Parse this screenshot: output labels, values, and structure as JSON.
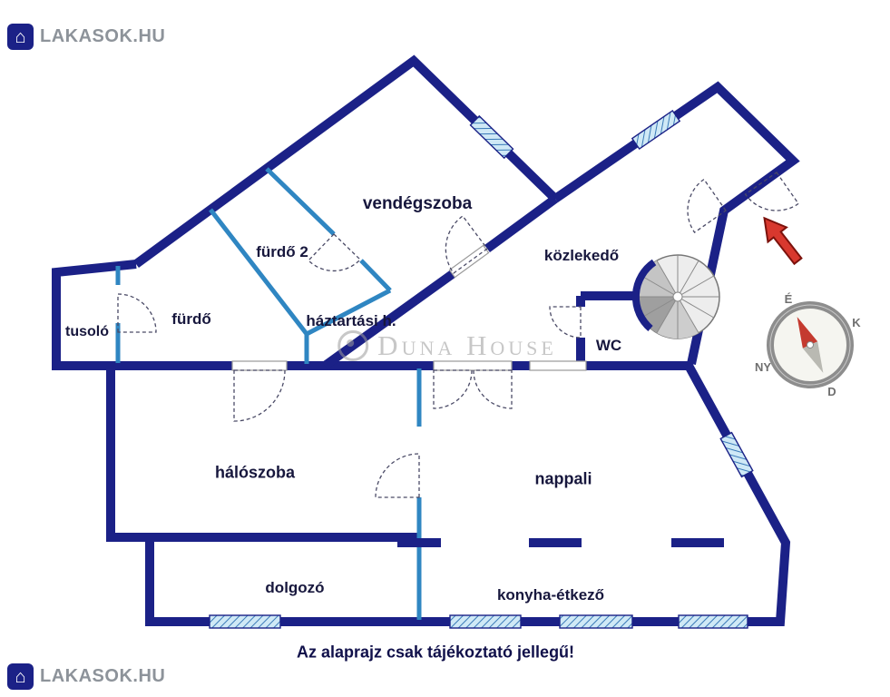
{
  "page": {
    "disclaimer": "Az alaprajz csak tájékoztató jellegű!"
  },
  "branding": {
    "logo_text": "LAKASOK.HU",
    "watermark_text": "Duna House"
  },
  "compass": {
    "north": "É",
    "east": "K",
    "south": "D",
    "west": "NY"
  },
  "rooms": {
    "vendegszoba": "vendégszoba",
    "furdo2": "fürdő 2",
    "kozlekedo": "közlekedő",
    "tusolo": "tusoló",
    "furdo": "fürdő",
    "haztartasi": "háztartási h.",
    "wc": "WC",
    "haloszoba": "hálószoba",
    "nappali": "nappali",
    "dolgozo": "dolgozó",
    "konyha": "konyha-étkező"
  },
  "colors": {
    "outer_wall": "#1b2187",
    "partition": "#2f86c2",
    "window_fill": "#cfe9f6",
    "accent_red": "#d8382e"
  }
}
